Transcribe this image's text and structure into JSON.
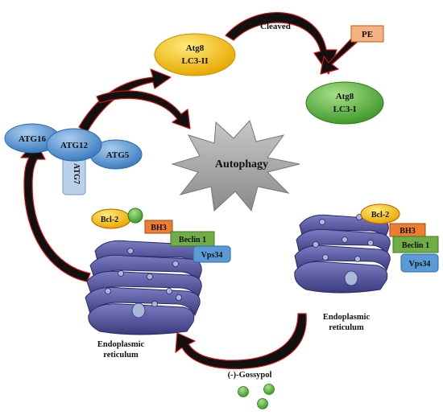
{
  "labels": {
    "atg8_top": "Atg8",
    "lc3_ii": "LC3-II",
    "atg8_right": "Atg8",
    "lc3_i": "LC3-I",
    "cleaved": "Cleaved",
    "pe": "PE",
    "atg16": "ATG16",
    "atg12": "ATG12",
    "atg5": "ATG5",
    "atg7": "ATG7",
    "autophagy": "Autophagy",
    "bcl2_left": "Bcl-2",
    "bh3_left": "BH3",
    "beclin1_left": "Beclin 1",
    "vps34_left": "Vps34",
    "bcl2_right": "Bcl-2",
    "bh3_right": "BH3",
    "beclin1_right": "Beclin 1",
    "vps34_right": "Vps34",
    "er_left_line1": "Endoplasmic",
    "er_left_line2": "reticulum",
    "er_right_line1": "Endoplasmic",
    "er_right_line2": "reticulum",
    "gossypol": "(-)-Gossypol"
  },
  "colors": {
    "atg8_top_fill": "#f5c518",
    "lc3_i_fill": "#6cc04a",
    "atg_complex_fill": "#5b9bd5",
    "atg7_fill": "#b9d1ea",
    "pe_fill": "#f4b183",
    "bcl2_fill": "#f5c518",
    "bh3_fill": "#ed7d31",
    "beclin1_fill": "#70ad47",
    "vps34_fill": "#5b9bd5",
    "er_fill": "#5a5aa0",
    "burst_fill": "#9b9b9b",
    "arrow_fill": "#111111",
    "arrow_edge": "#cc1111",
    "gossypol_fill": "#55c23a"
  }
}
